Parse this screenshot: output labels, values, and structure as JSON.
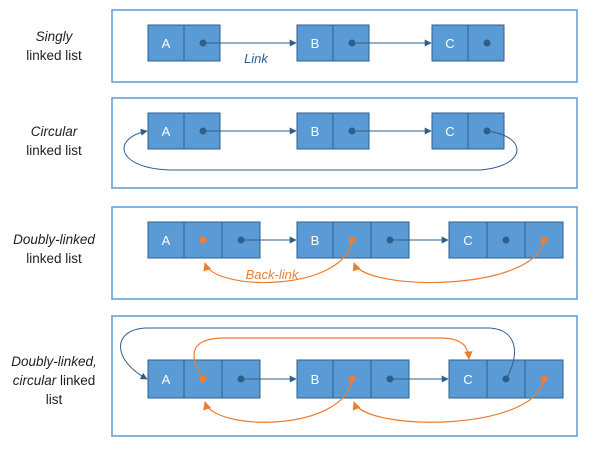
{
  "colors": {
    "node_fill": "#5b9bd5",
    "node_stroke": "#2e5f8c",
    "frame_stroke": "#5b9bd5",
    "link": "#2e5f8c",
    "back_link": "#ed7d31"
  },
  "rows": [
    {
      "label_emph": "Singly",
      "label_rest": "linked list"
    },
    {
      "label_emph": "Circular",
      "label_rest": "linked list"
    },
    {
      "label_emph": "Doubly-linked",
      "label_rest": "linked list"
    },
    {
      "label_line1": "Doubly-linked,",
      "label_line2_emph": "circular",
      "label_line2_rest": " linked",
      "label_line3": "list"
    }
  ],
  "nodes": {
    "a": "A",
    "b": "B",
    "c": "C"
  },
  "annotations": {
    "link": "Link",
    "back_link": "Back-link"
  }
}
